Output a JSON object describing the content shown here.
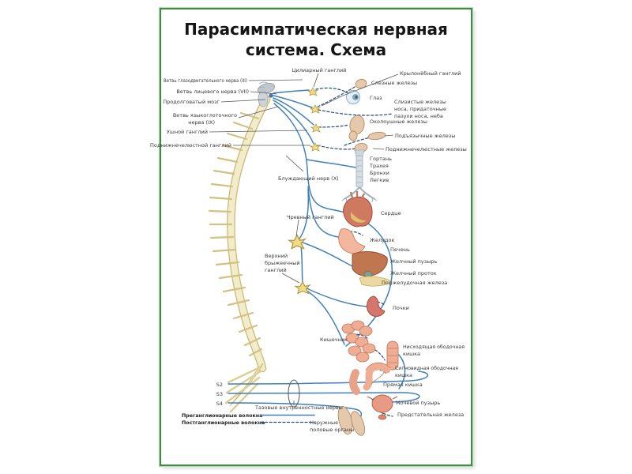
{
  "title": {
    "line1": "Парасимпатическая нервная",
    "line2": "система. Схема"
  },
  "cranial_labels": {
    "oculomotor": "Ветвь глазодвигательного нерва (III)",
    "facial": "Ветвь лицевого нерва (VII)",
    "medulla": "Продолговатый мозг",
    "glossopharyngeal_1": "Ветвь языкоглоточного",
    "glossopharyngeal_2": "нерва (IX)",
    "otic_ganglion": "Ушной ганглий",
    "submandibular_ganglion": "Поднижнечелюстной ганглий"
  },
  "ganglia_labels": {
    "ciliary": "Цилиарный ганглий",
    "pterygopalatine": "Крылонёбный ганглий",
    "celiac": "Чревный ганглий",
    "sup_mesenteric_1": "Верхний",
    "sup_mesenteric_2": "брыжеечный",
    "sup_mesenteric_3": "ганглий"
  },
  "nerve_labels": {
    "vagus": "Блуждающий нерв (X)",
    "pelvic": "Тазовые внутренностные нервы"
  },
  "organ_labels": {
    "lacrimal": "Слезные железы",
    "eye": "Глаз",
    "nasal_1": "Слизистые железы",
    "nasal_2": "носа, придаточные",
    "nasal_3": "пазухи носа, неба",
    "parotid": "Околоушные железы",
    "sublingual": "Подъязычные железы",
    "submandibular_glands": "Поднижнечелюстные железы",
    "larynx": "Гортань",
    "trachea": "Трахея",
    "bronchi": "Бронхи",
    "lungs": "Легкие",
    "heart": "Сердце",
    "stomach": "Желудок",
    "liver": "Печень",
    "gallbladder": "Желчный пузырь",
    "bile_duct": "Желчный проток",
    "pancreas": "Поджелудочная железа",
    "kidneys": "Почки",
    "intestine": "Кишечник",
    "descending_colon_1": "Нисходящая ободочная",
    "descending_colon_2": "кишка",
    "sigmoid_1": "Сигмовидная ободочная",
    "sigmoid_2": "кишка",
    "rectum": "Прямая кишка",
    "bladder": "Мочевой пузырь",
    "prostate": "Предстательная железа",
    "genitals_1": "Наружные",
    "genitals_2": "половые органы"
  },
  "spine_levels": {
    "s2": "S2",
    "s3": "S3",
    "s4": "S4"
  },
  "legend": {
    "pre": "Преганглионарные волокна",
    "post": "Постганглионарные волокна"
  },
  "colors": {
    "border_green": "#3d8c42",
    "pre_line": "#4080b8",
    "post_line": "#274b73",
    "spine_fill": "#f3ecca",
    "ganglion_fill": "#f2dc85",
    "organ_salmon": "#efad93",
    "label_color": "#3a3a3a",
    "title_color": "#151515"
  }
}
